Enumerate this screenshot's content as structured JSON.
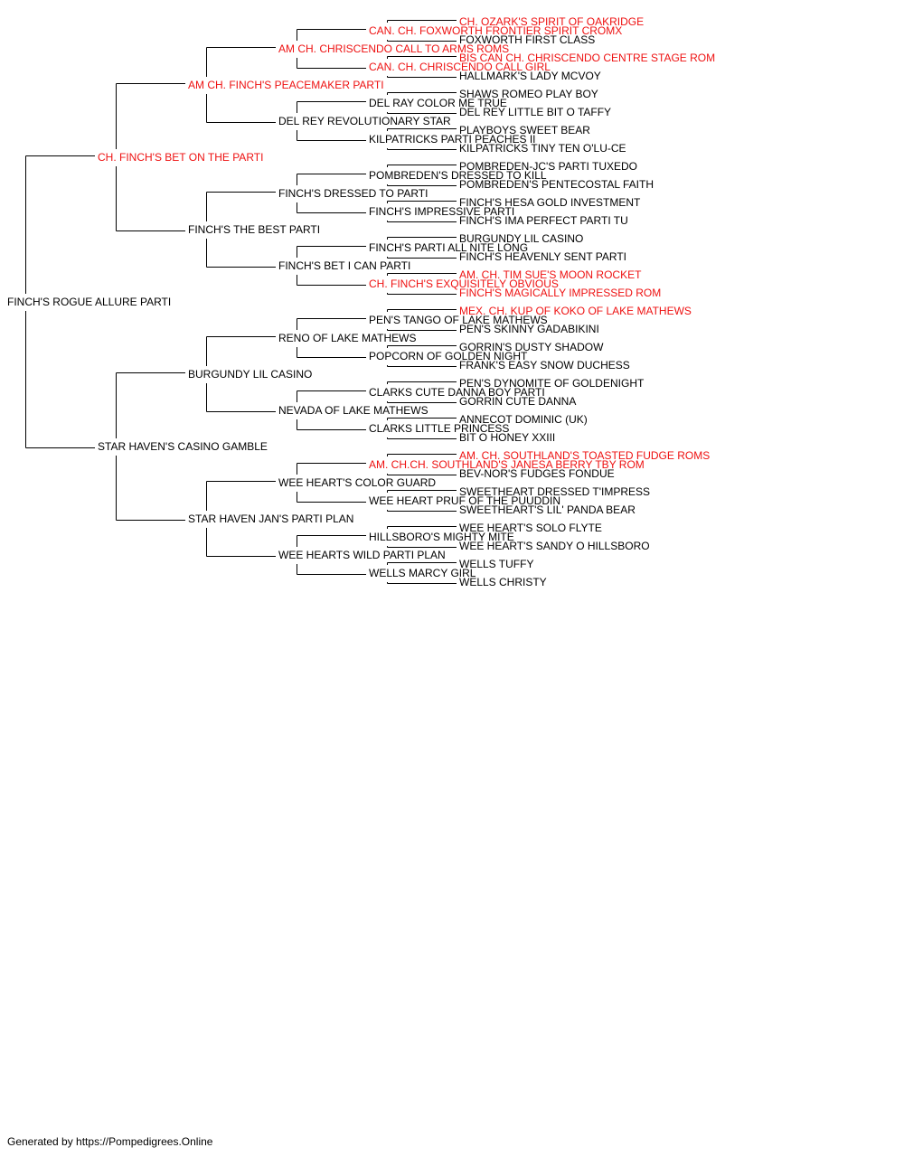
{
  "colors": {
    "text": "#000000",
    "champion": "#ee1111",
    "line": "#000000"
  },
  "pedigree": {
    "name": "FINCH'S ROGUE ALLURE PARTI",
    "champion": false,
    "parents": [
      {
        "name": "CH. FINCH'S BET ON THE PARTI",
        "champion": true,
        "parents": [
          {
            "name": "AM CH. FINCH'S PEACEMAKER PARTI",
            "champion": true,
            "parents": [
              {
                "name": "AM CH. CHRISCENDO CALL TO ARMS ROMS",
                "champion": true,
                "parents": [
                  {
                    "name": "CAN. CH. FOXWORTH FRONTIER SPIRIT CROMX",
                    "champion": true,
                    "parents": [
                      {
                        "name": "CH. OZARK'S SPIRIT OF OAKRIDGE",
                        "champion": true
                      },
                      {
                        "name": "FOXWORTH FIRST CLASS",
                        "champion": false
                      }
                    ]
                  },
                  {
                    "name": "CAN. CH. CHRISCENDO CALL GIRL",
                    "champion": true,
                    "parents": [
                      {
                        "name": "BIS CAN CH. CHRISCENDO CENTRE STAGE ROM",
                        "champion": true
                      },
                      {
                        "name": "HALLMARK'S LADY MCVOY",
                        "champion": false
                      }
                    ]
                  }
                ]
              },
              {
                "name": "DEL REY REVOLUTIONARY STAR",
                "champion": false,
                "parents": [
                  {
                    "name": "DEL RAY COLOR ME TRUE",
                    "champion": false,
                    "parents": [
                      {
                        "name": "SHAWS ROMEO PLAY BOY",
                        "champion": false
                      },
                      {
                        "name": "DEL REY LITTLE BIT O TAFFY",
                        "champion": false
                      }
                    ]
                  },
                  {
                    "name": "KILPATRICKS PARTI PEACHES II",
                    "champion": false,
                    "parents": [
                      {
                        "name": "PLAYBOYS SWEET BEAR",
                        "champion": false
                      },
                      {
                        "name": "KILPATRICKS TINY TEN O'LU-CE",
                        "champion": false
                      }
                    ]
                  }
                ]
              }
            ]
          },
          {
            "name": "FINCH'S THE BEST PARTI",
            "champion": false,
            "parents": [
              {
                "name": "FINCH'S DRESSED TO PARTI",
                "champion": false,
                "parents": [
                  {
                    "name": "POMBREDEN'S DRESSED TO KILL",
                    "champion": false,
                    "parents": [
                      {
                        "name": "POMBREDEN-JC'S PARTI TUXEDO",
                        "champion": false
                      },
                      {
                        "name": "POMBREDEN'S PENTECOSTAL FAITH",
                        "champion": false
                      }
                    ]
                  },
                  {
                    "name": "FINCH'S IMPRESSIVE PARTI",
                    "champion": false,
                    "parents": [
                      {
                        "name": "FINCH'S HESA GOLD INVESTMENT",
                        "champion": false
                      },
                      {
                        "name": "FINCH'S IMA PERFECT PARTI TU",
                        "champion": false
                      }
                    ]
                  }
                ]
              },
              {
                "name": "FINCH'S BET I CAN PARTI",
                "champion": false,
                "parents": [
                  {
                    "name": "FINCH'S PARTI ALL NITE LONG",
                    "champion": false,
                    "parents": [
                      {
                        "name": "BURGUNDY LIL CASINO",
                        "champion": false
                      },
                      {
                        "name": "FINCH'S HEAVENLY SENT PARTI",
                        "champion": false
                      }
                    ]
                  },
                  {
                    "name": "CH. FINCH'S EXQUISITELY OBVIOUS",
                    "champion": true,
                    "parents": [
                      {
                        "name": "AM. CH. TIM SUE'S MOON ROCKET",
                        "champion": true
                      },
                      {
                        "name": "FINCH'S MAGICALLY IMPRESSED ROM",
                        "champion": true
                      }
                    ]
                  }
                ]
              }
            ]
          }
        ]
      },
      {
        "name": "STAR HAVEN'S CASINO GAMBLE",
        "champion": false,
        "parents": [
          {
            "name": "BURGUNDY LIL CASINO",
            "champion": false,
            "parents": [
              {
                "name": "RENO OF LAKE MATHEWS",
                "champion": false,
                "parents": [
                  {
                    "name": "PEN'S TANGO OF LAKE MATHEWS",
                    "champion": false,
                    "parents": [
                      {
                        "name": "MEX. CH. KUP OF KOKO OF LAKE MATHEWS",
                        "champion": true
                      },
                      {
                        "name": "PEN'S SKINNY GADABIKINI",
                        "champion": false
                      }
                    ]
                  },
                  {
                    "name": "POPCORN OF GOLDEN NIGHT",
                    "champion": false,
                    "parents": [
                      {
                        "name": "GORRIN'S DUSTY SHADOW",
                        "champion": false
                      },
                      {
                        "name": "FRANK'S EASY SNOW DUCHESS",
                        "champion": false
                      }
                    ]
                  }
                ]
              },
              {
                "name": "NEVADA OF LAKE MATHEWS",
                "champion": false,
                "parents": [
                  {
                    "name": "CLARKS CUTE DANNA BOY PARTI",
                    "champion": false,
                    "parents": [
                      {
                        "name": "PEN'S DYNOMITE OF GOLDENIGHT",
                        "champion": false
                      },
                      {
                        "name": "GORRIN CUTE DANNA",
                        "champion": false
                      }
                    ]
                  },
                  {
                    "name": "CLARKS LITTLE PRINCESS",
                    "champion": false,
                    "parents": [
                      {
                        "name": "ANNECOT DOMINIC (UK)",
                        "champion": false
                      },
                      {
                        "name": "BIT O HONEY XXIII",
                        "champion": false
                      }
                    ]
                  }
                ]
              }
            ]
          },
          {
            "name": "STAR HAVEN JAN'S PARTI PLAN",
            "champion": false,
            "parents": [
              {
                "name": "WEE HEART'S COLOR GUARD",
                "champion": false,
                "parents": [
                  {
                    "name": "AM. CH.CH. SOUTHLAND'S JANESA BERRY TBY ROM",
                    "champion": true,
                    "parents": [
                      {
                        "name": "AM. CH. SOUTHLAND'S TOASTED FUDGE ROMS",
                        "champion": true
                      },
                      {
                        "name": "BEV-NOR'S FUDGES FONDUE",
                        "champion": false
                      }
                    ]
                  },
                  {
                    "name": "WEE HEART PRUF OF THE PUUDDIN",
                    "champion": false,
                    "parents": [
                      {
                        "name": "SWEETHEART DRESSED T'IMPRESS",
                        "champion": false
                      },
                      {
                        "name": "SWEETHEART'S LIL' PANDA BEAR",
                        "champion": false
                      }
                    ]
                  }
                ]
              },
              {
                "name": "WEE HEARTS WILD PARTI PLAN",
                "champion": false,
                "parents": [
                  {
                    "name": "HILLSBORO'S MIGHTY MITE",
                    "champion": false,
                    "parents": [
                      {
                        "name": "WEE HEART'S SOLO FLYTE",
                        "champion": false
                      },
                      {
                        "name": "WEE HEART'S SANDY O HILLSBORO",
                        "champion": false
                      }
                    ]
                  },
                  {
                    "name": "WELLS MARCY GIRL",
                    "champion": false,
                    "parents": [
                      {
                        "name": "WELLS TUFFY",
                        "champion": false
                      },
                      {
                        "name": "WELLS CHRISTY",
                        "champion": false
                      }
                    ]
                  }
                ]
              }
            ]
          }
        ]
      }
    ]
  },
  "footer": {
    "text": "Generated by https://Pompedigrees.Online"
  }
}
